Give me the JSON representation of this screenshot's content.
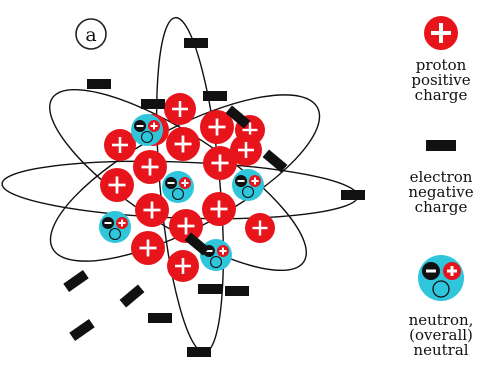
{
  "panel_label": "a",
  "colors": {
    "proton": "#e8141c",
    "neutron": "#2fc6dc",
    "electron": "#111111",
    "orbit": "#111111"
  },
  "legend": {
    "proton": {
      "icon": "proton-icon",
      "line1": "proton",
      "line2": "positive",
      "line3": "charge"
    },
    "electron": {
      "icon": "electron-icon",
      "line1": "electron",
      "line2": "negative",
      "line3": "charge"
    },
    "neutron": {
      "icon": "neutron-icon",
      "line1": "neutron,",
      "line2": "(overall)",
      "line3": "neutral"
    }
  }
}
